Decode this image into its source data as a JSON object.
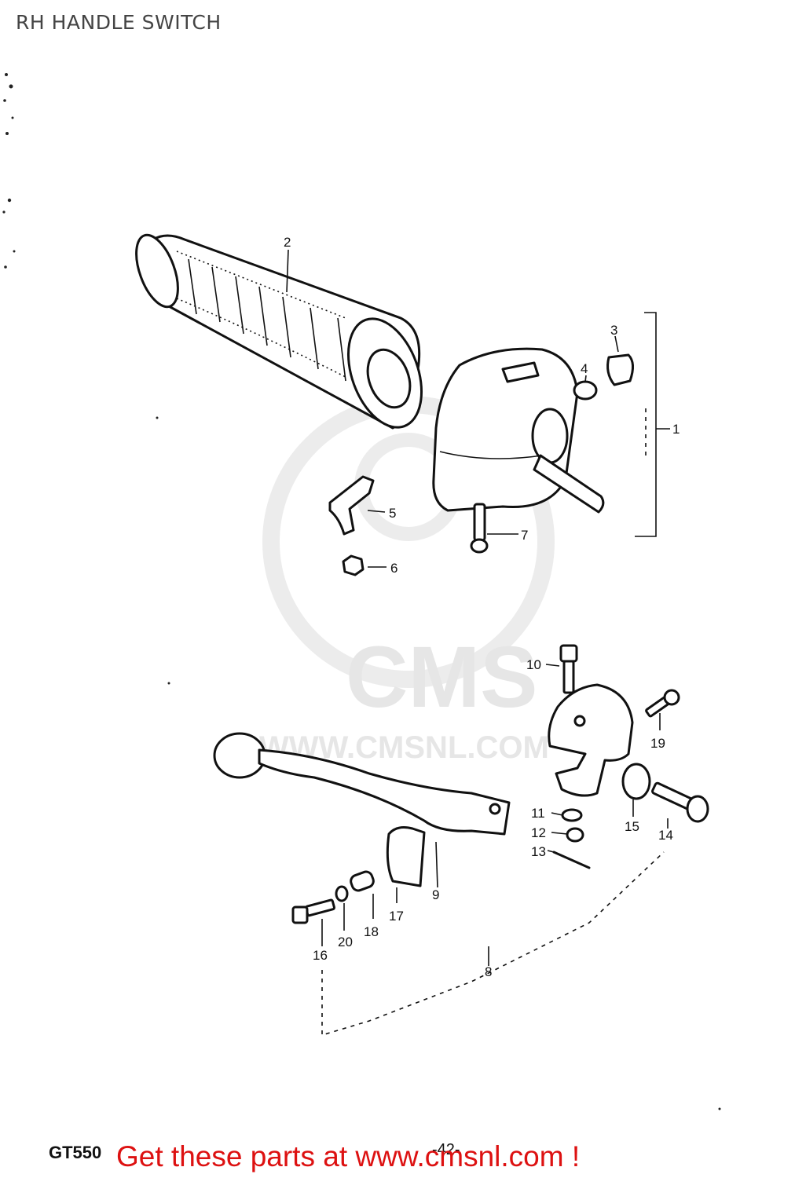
{
  "page": {
    "title": "RH HANDLE SWITCH",
    "model": "GT550",
    "page_number": "-42-",
    "promo": "Get these parts at www.cmsnl.com !"
  },
  "watermark": {
    "logo_text": "CMS",
    "url_text": "WWW.CMSNL.COM"
  },
  "callouts": [
    {
      "id": "c1",
      "label": "1"
    },
    {
      "id": "c2",
      "label": "2"
    },
    {
      "id": "c3",
      "label": "3"
    },
    {
      "id": "c4",
      "label": "4"
    },
    {
      "id": "c5",
      "label": "5"
    },
    {
      "id": "c6",
      "label": "6"
    },
    {
      "id": "c7",
      "label": "7"
    },
    {
      "id": "c8",
      "label": "8"
    },
    {
      "id": "c9",
      "label": "9"
    },
    {
      "id": "c10",
      "label": "10"
    },
    {
      "id": "c11",
      "label": "11"
    },
    {
      "id": "c12",
      "label": "12"
    },
    {
      "id": "c13",
      "label": "13"
    },
    {
      "id": "c14",
      "label": "14"
    },
    {
      "id": "c15",
      "label": "15"
    },
    {
      "id": "c16",
      "label": "16"
    },
    {
      "id": "c17",
      "label": "17"
    },
    {
      "id": "c18",
      "label": "18"
    },
    {
      "id": "c19",
      "label": "19"
    },
    {
      "id": "c20",
      "label": "20"
    }
  ],
  "colors": {
    "promo": "#dd1111",
    "line": "#111111",
    "watermark": "#e6e6e6",
    "title": "#444444"
  }
}
